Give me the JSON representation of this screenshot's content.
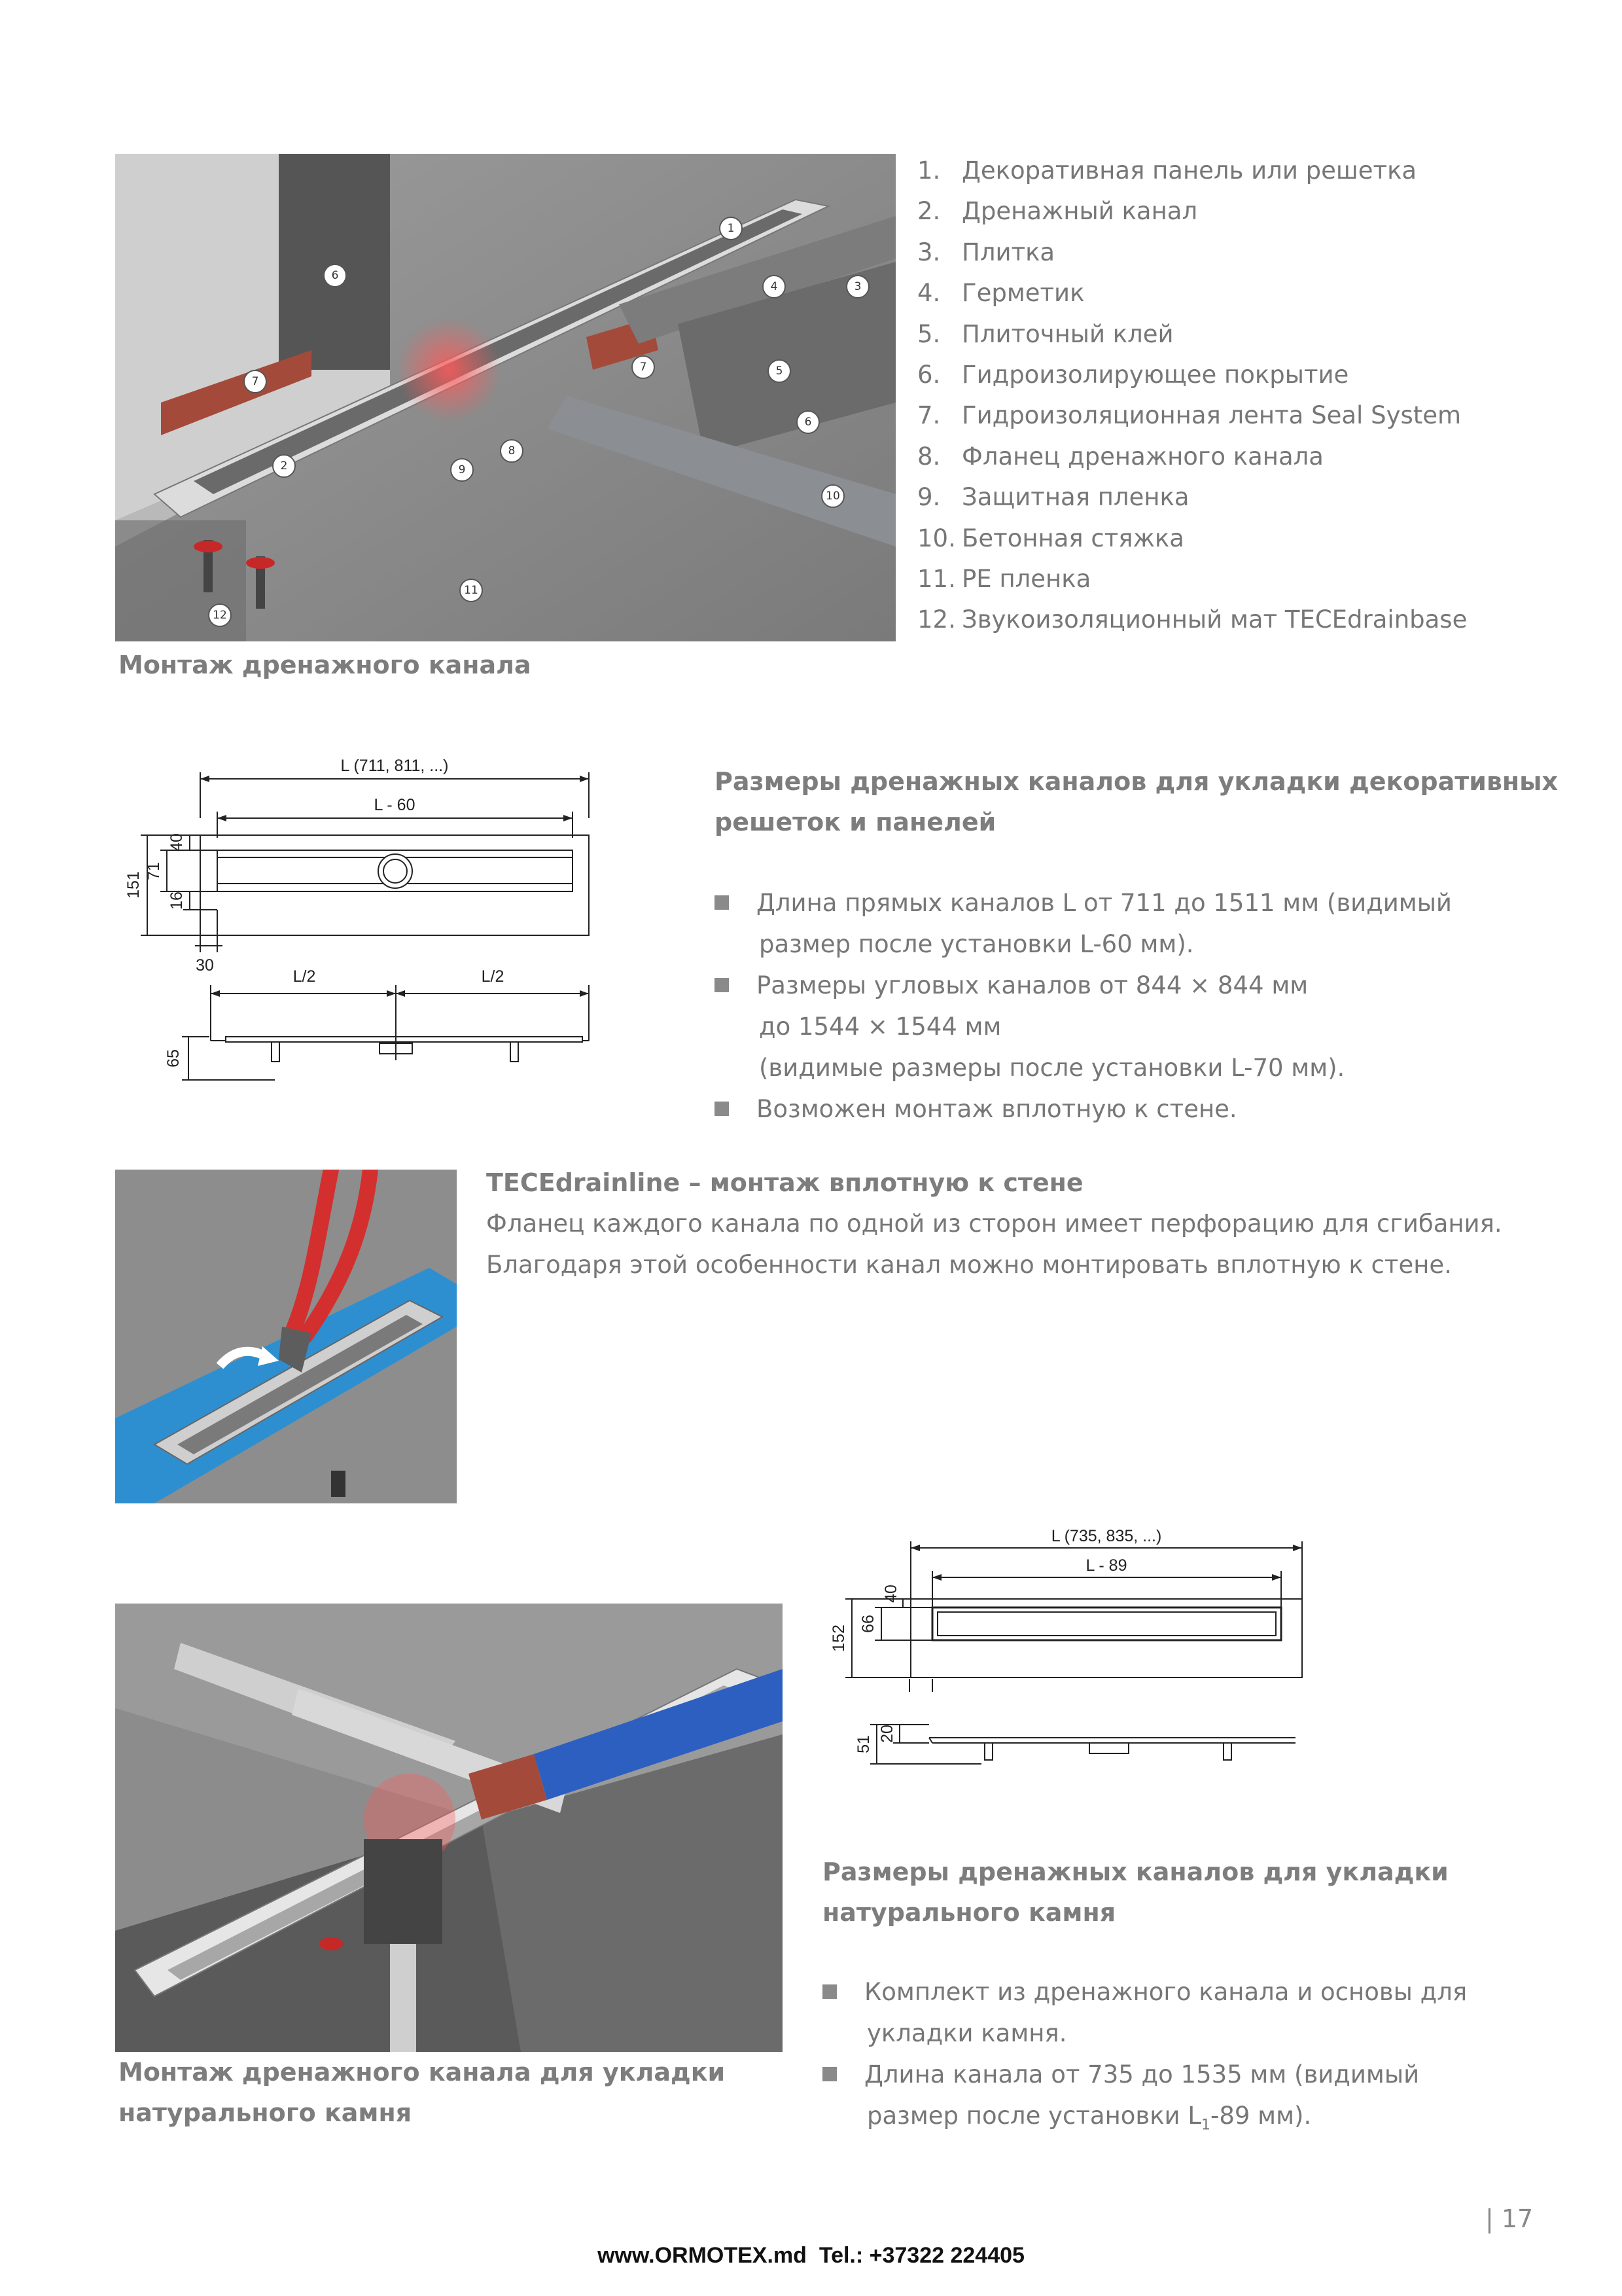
{
  "section1": {
    "caption": "Монтаж дренажного канала",
    "markers": [
      "1",
      "2",
      "3",
      "4",
      "5",
      "6",
      "6",
      "7",
      "7",
      "8",
      "9",
      "10",
      "11",
      "12"
    ],
    "parts": [
      {
        "num": "1.",
        "text": "Декоративная панель или решетка"
      },
      {
        "num": "2.",
        "text": "Дренажный канал"
      },
      {
        "num": "3.",
        "text": "Плитка"
      },
      {
        "num": "4.",
        "text": "Герметик"
      },
      {
        "num": "5.",
        "text": "Плиточный клей"
      },
      {
        "num": "6.",
        "text": "Гидроизолирующее покрытие"
      },
      {
        "num": "7.",
        "text": "Гидроизоляционная лента Seal System"
      },
      {
        "num": "8.",
        "text": "Фланец дренажного канала"
      },
      {
        "num": "9.",
        "text": "Защитная пленка"
      },
      {
        "num": "10.",
        "text": "Бетонная стяжка"
      },
      {
        "num": "11.",
        "text": "PE пленка"
      },
      {
        "num": "12.",
        "text": "Звукоизоляционный мат TECEdrainbase"
      }
    ]
  },
  "drawing1": {
    "label_total": "L (711, 811, ...)",
    "label_visible": "L - 60",
    "dim_151": "151",
    "dim_71": "71",
    "dim_40": "40",
    "dim_16": "16",
    "dim_30": "30",
    "label_half_left": "L/2",
    "label_half_right": "L/2",
    "dim_65": "65"
  },
  "section2": {
    "heading_line1": "Размеры дренажных каналов для укладки декоративных",
    "heading_line2": "решеток и панелей",
    "bullets": [
      {
        "line1": "Длина прямых каналов L от 711 до 1511 мм (видимый",
        "line2": "размер после установки L-60 мм).",
        "line3": ""
      },
      {
        "line1": "Размеры угловых каналов от 844 × 844 мм",
        "line2": "до 1544 × 1544 мм",
        "line3": "(видимые размеры после установки L-70 мм)."
      },
      {
        "line1": "Возможен монтаж вплотную к стене.",
        "line2": "",
        "line3": ""
      }
    ]
  },
  "section3": {
    "heading": "TECEdrainline – монтаж вплотную к стене",
    "text_line1": "Фланец каждого канала по одной из сторон имеет перфорацию для сгибания.",
    "text_line2": "Благодаря этой особенности канал можно монтировать вплотную к стене."
  },
  "drawing2": {
    "label_total": "L (735, 835, ...)",
    "label_visible": "L - 89",
    "dim_152": "152",
    "dim_66": "66",
    "dim_40": "40",
    "dim_51": "51",
    "dim_20": "20"
  },
  "section4": {
    "caption_line1": "Монтаж дренажного канала для укладки",
    "caption_line2": "натурального камня",
    "heading_line1": "Размеры дренажных каналов для укладки",
    "heading_line2": "натурального камня",
    "bullet1_line1": "Комплект из дренажного канала и основы для",
    "bullet1_line2": "укладки камня.",
    "bullet2_line1": "Длина канала от 735 до 1535 мм (видимый",
    "bullet2_line2a": "размер после установки L",
    "bullet2_sub": "1",
    "bullet2_line2b": "-89 мм)."
  },
  "footer": {
    "contact": "www.ORMOTEX.md  Tel.: +37322 224405",
    "page_number": "| 17"
  }
}
